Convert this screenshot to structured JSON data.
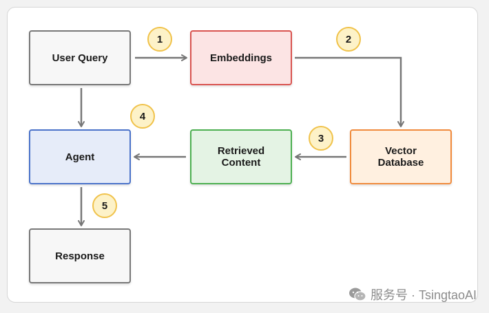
{
  "nodes": {
    "user_query": "User Query",
    "embeddings": "Embeddings",
    "vector_database": "Vector\nDatabase",
    "retrieved_content": "Retrieved\nContent",
    "agent": "Agent",
    "response": "Response"
  },
  "steps": [
    "1",
    "2",
    "3",
    "4",
    "5"
  ],
  "watermark": "服务号 · TsingtaoAI",
  "colors": {
    "embeddings_fill": "#fce4e4",
    "embeddings_border": "#d9534f",
    "vector_fill": "#fff0e0",
    "vector_border": "#f08a3c",
    "retrieved_fill": "#e4f3e4",
    "retrieved_border": "#4caf50",
    "agent_fill": "#e6ecf9",
    "agent_border": "#4a72c9",
    "neutral_fill": "#f7f7f7",
    "neutral_border": "#777777",
    "arrow": "#777777",
    "badge_fill": "#fdf2c8",
    "badge_border": "#f0c24a"
  }
}
